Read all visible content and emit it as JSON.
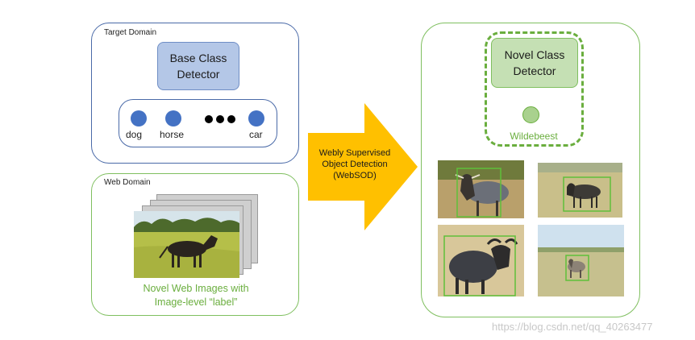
{
  "target_domain": {
    "label": "Target Domain",
    "detector": [
      "Base Class",
      "Detector"
    ],
    "classes": [
      "dog",
      "horse",
      "car"
    ]
  },
  "web_domain": {
    "label": "Web Domain",
    "caption": [
      "Novel Web Images with",
      "Image-level “label”"
    ]
  },
  "arrow": {
    "lines": [
      "Webly Supervised",
      "Object Detection",
      "(WebSOD)"
    ],
    "color": "#ffc000"
  },
  "novel": {
    "detector": [
      "Novel Class",
      "Detector"
    ],
    "class_label": "Wildebeest"
  },
  "colors": {
    "blue_border": "#4a6aa8",
    "blue_fill": "#b4c7e7",
    "blue_dot": "#4472c4",
    "green_border": "#7fbf5f",
    "green_fill": "#c5e0b4",
    "green_text": "#6aae3e"
  },
  "watermark": "https://blog.csdn.net/qq_40263477"
}
